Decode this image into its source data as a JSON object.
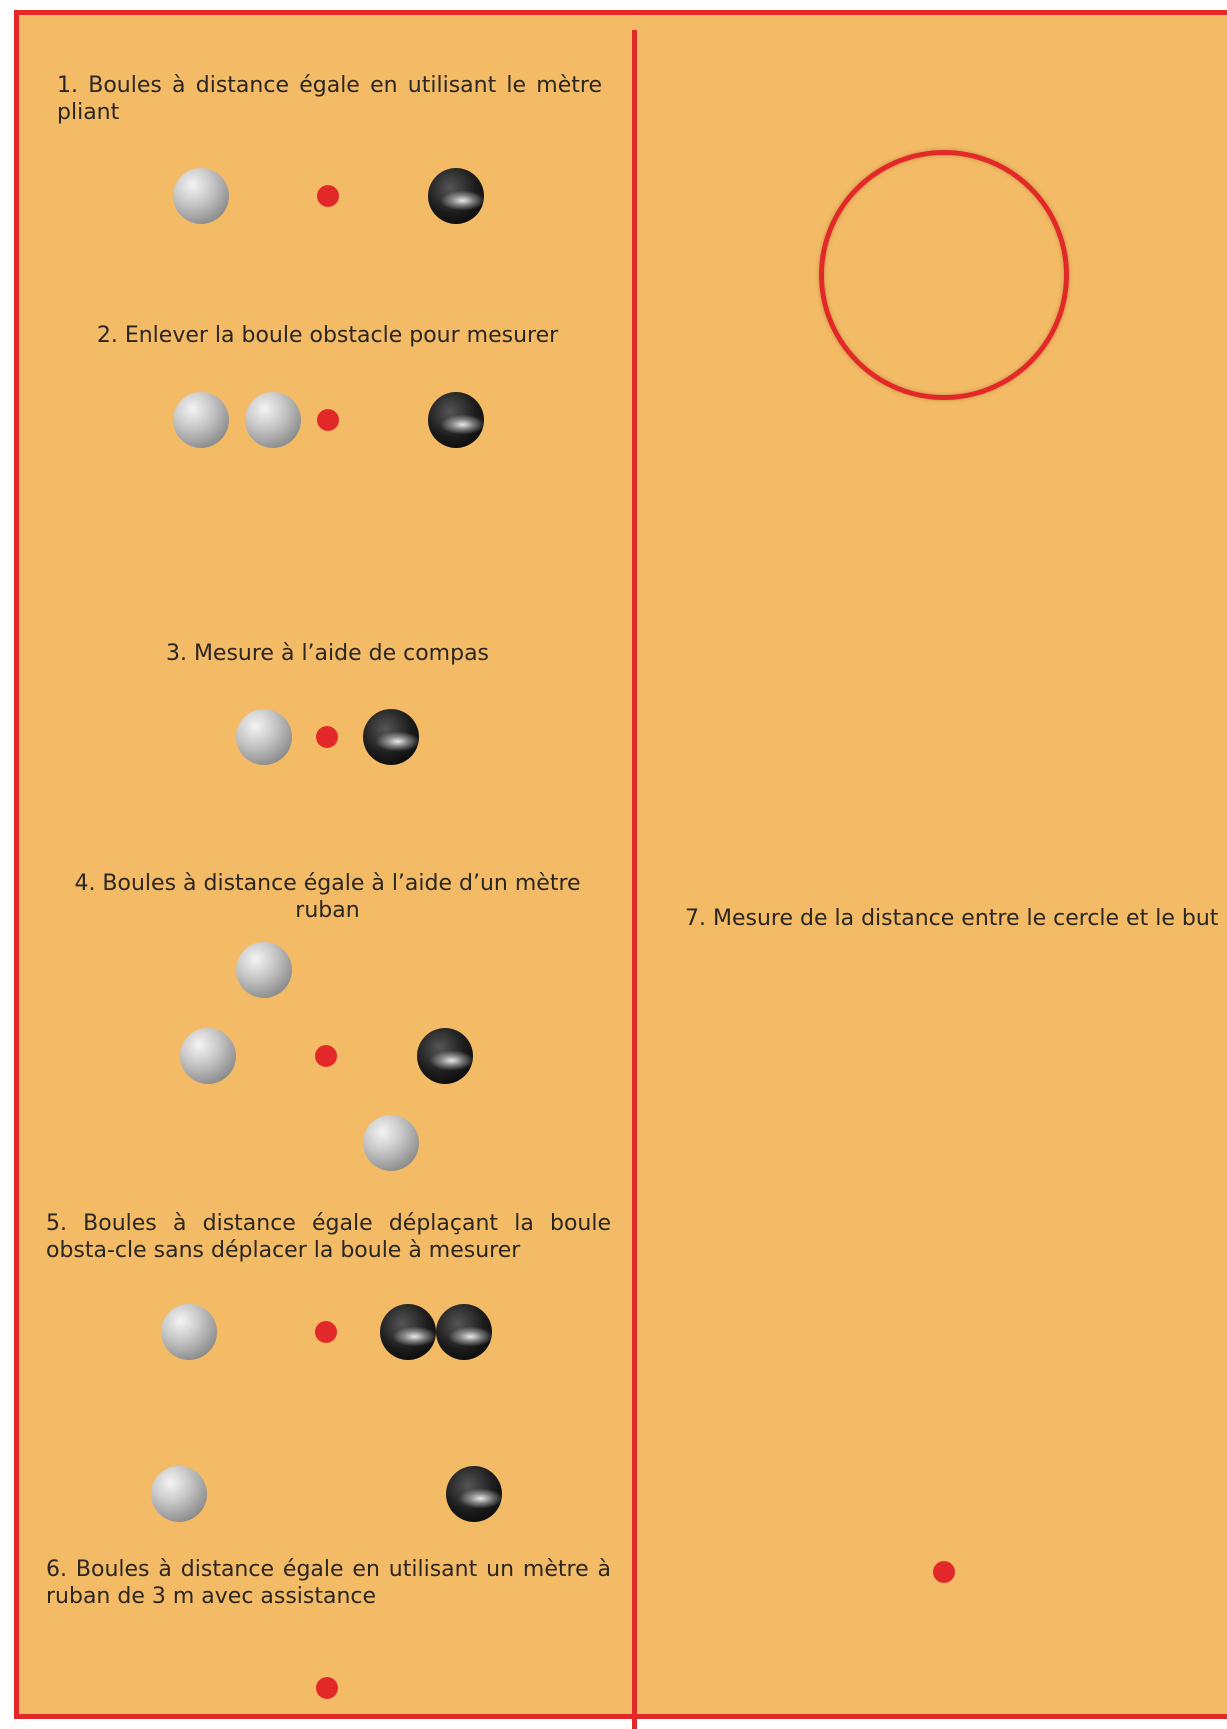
{
  "captions": {
    "c1": "1. Boules à distance égale en utilisant le mètre pliant",
    "c2": "2. Enlever la boule obstacle pour mesurer",
    "c3": "3. Mesure à l’aide de compas",
    "c4": "4. Boules à distance égale à l’aide d’un mètre ruban",
    "c5": "5. Boules à distance égale déplaçant la boule obsta-cle sans déplacer la boule à mesurer",
    "c6": "6. Boules à distance égale en utilisant un mètre à ruban de 3 m avec assistance",
    "c7": "7. Mesure de la distance entre le cercle et le but"
  },
  "colors": {
    "field": "#f3bb66",
    "lines": "#e3282a",
    "jack": "#e3282a",
    "text": "#2a2623"
  },
  "objects": {
    "grey_ball": "grey-boule",
    "black_ball": "black-boule",
    "jack": "red-jack",
    "circle": "throwing-circle"
  }
}
